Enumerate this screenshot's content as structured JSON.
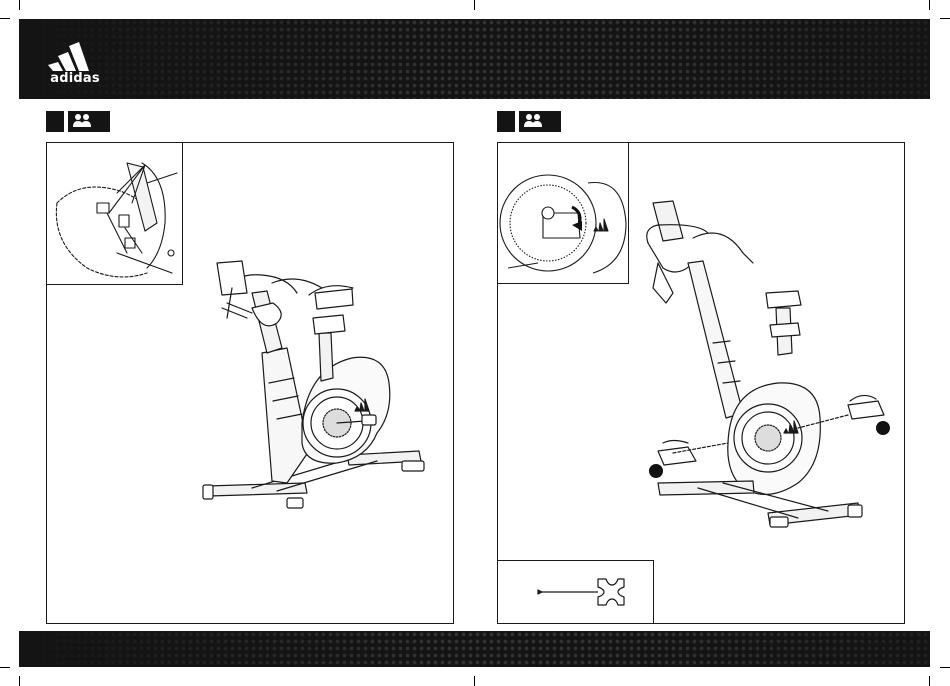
{
  "brand": {
    "logo_text": "adidas"
  },
  "steps": [
    {
      "id": "left",
      "icon": "two-people-icon"
    },
    {
      "id": "right",
      "icon": "two-people-icon"
    }
  ],
  "icons": [
    "adidas-logo-icon",
    "two-people-icon",
    "pedal-wrench-icon",
    "rotate-arrow-icon"
  ],
  "colors": {
    "band": "#141414",
    "line": "#1a1a1a",
    "callout": "#111111"
  }
}
